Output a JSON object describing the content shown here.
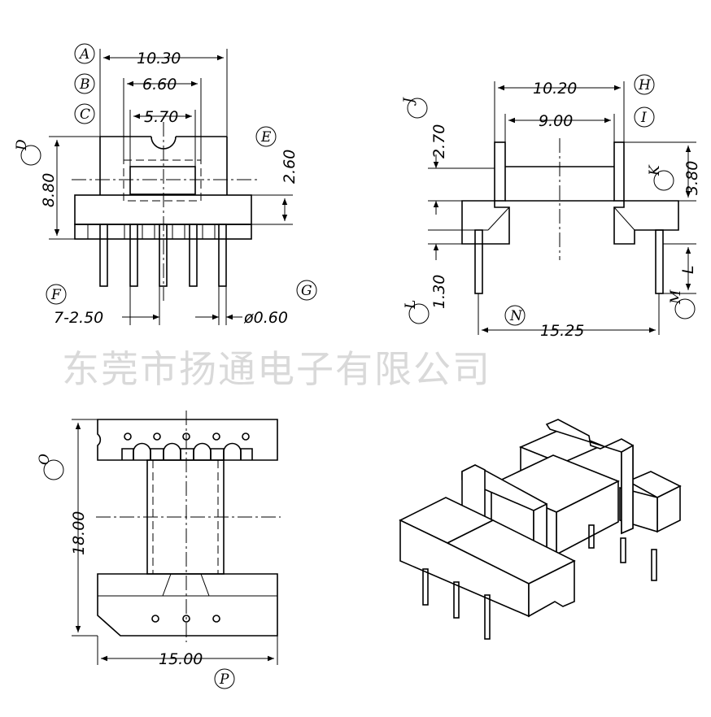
{
  "watermark": "东莞市扬通电子有限公司",
  "top_left_view": {
    "labels": {
      "a": "A",
      "b": "B",
      "c": "C",
      "d": "D",
      "e": "E",
      "f": "F",
      "g": "G"
    },
    "dims": {
      "a": "10.30",
      "b": "6.60",
      "c": "5.70",
      "d": "8.80",
      "e": "2.60",
      "f": "7-2.50",
      "g": "ø0.60"
    }
  },
  "top_right_view": {
    "labels": {
      "h": "H",
      "i": "I",
      "j": "J",
      "k": "K",
      "l": "L",
      "m": "M",
      "n": "N"
    },
    "dims": {
      "h": "10.20",
      "i": "9.00",
      "j": "2.70",
      "k": "3.80",
      "l": "1.30",
      "n": "15.25",
      "m_side": "L"
    }
  },
  "bottom_left_view": {
    "labels": {
      "o": "O",
      "p": "P"
    },
    "dims": {
      "o": "18.00",
      "p": "15.00"
    }
  },
  "isometric_view": {}
}
